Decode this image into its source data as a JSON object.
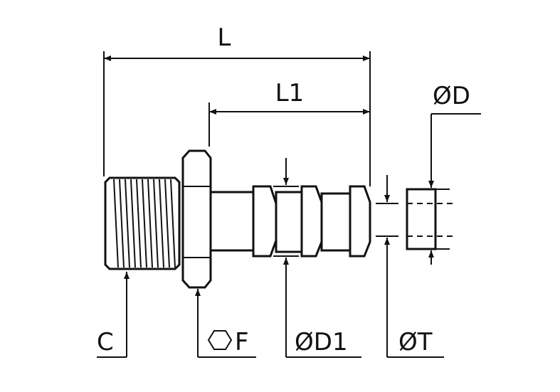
{
  "dimensions": {
    "length": "L",
    "length_1": "L1",
    "outer_diameter": "ØD",
    "thread": "C",
    "hex": "F",
    "barb_diameter": "ØD1",
    "tube_diameter": "ØT"
  },
  "colors": {
    "line": "#111111",
    "background": "#ffffff"
  },
  "icons": {
    "hex_symbol": "hexagon-icon"
  }
}
